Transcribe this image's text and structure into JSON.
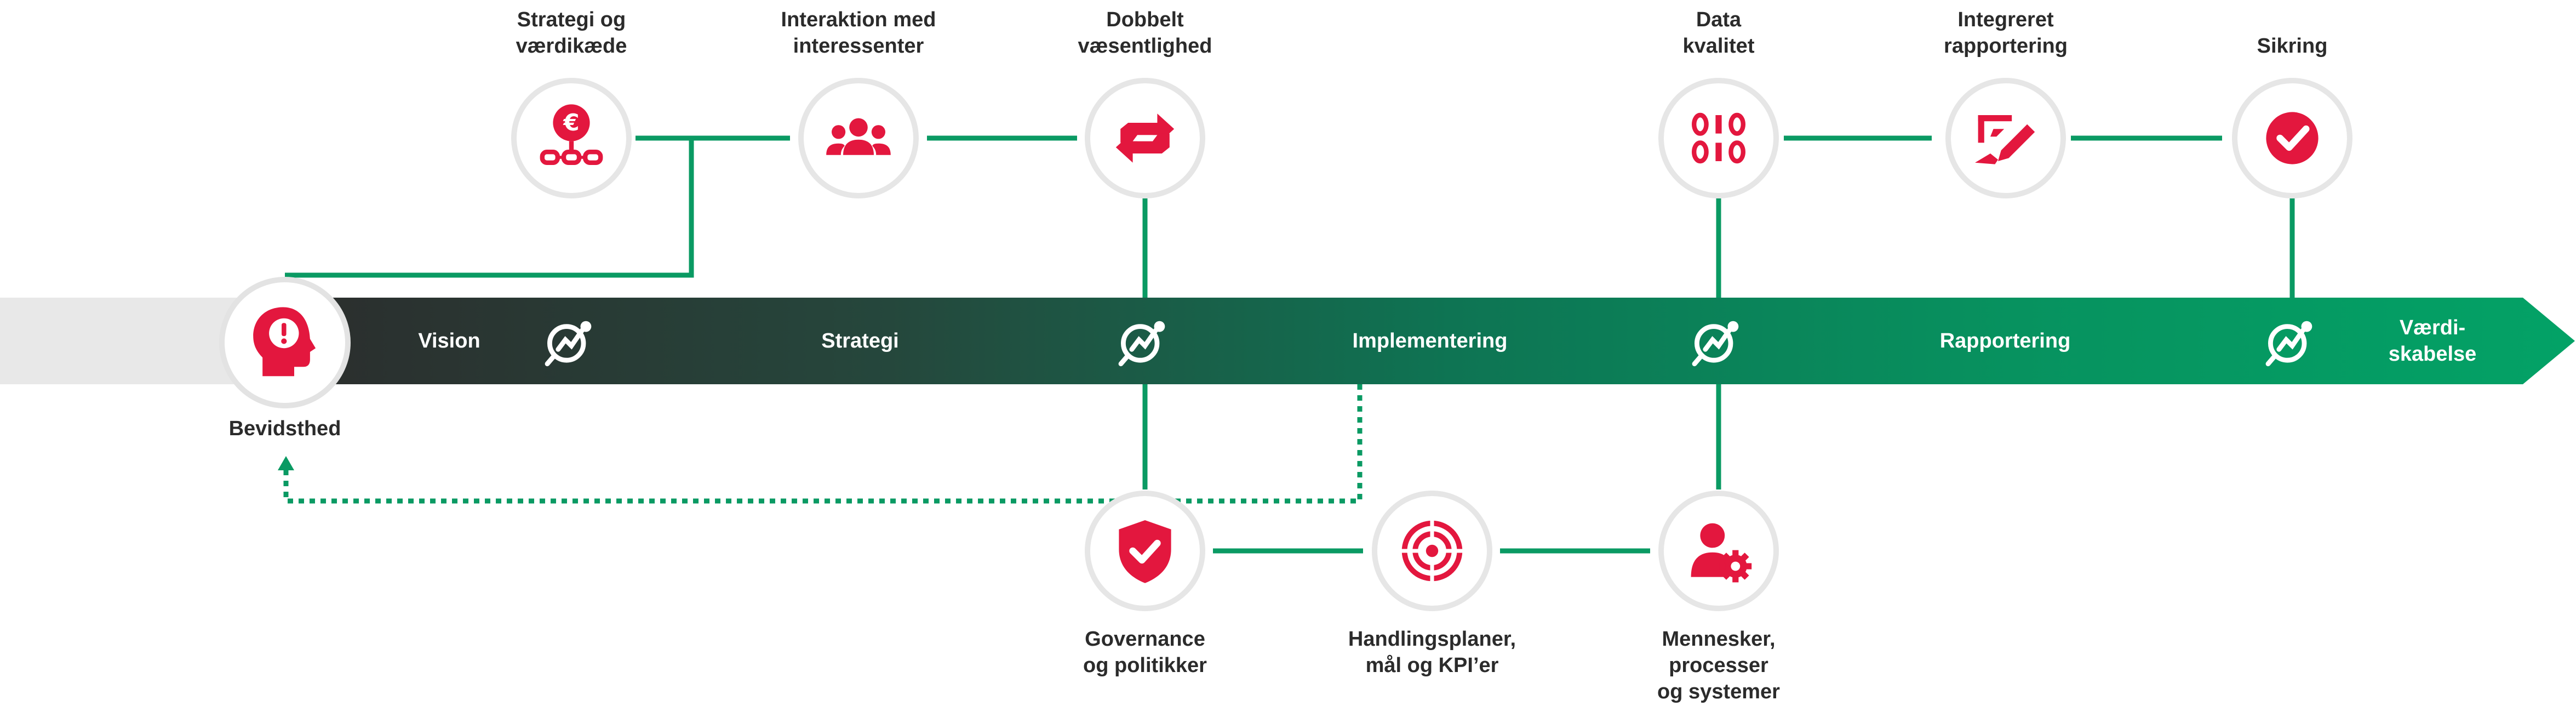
{
  "colors": {
    "accent": "#e3173e",
    "green": "#0a9a63",
    "dark": "#2f3a36",
    "ring": "#e6e6e6",
    "bar_grey": "#e8e8e8"
  },
  "start": {
    "label": "Bevidsthed",
    "icon": "head-exclamation-icon"
  },
  "arrow": {
    "stages": [
      "Vision",
      "Strategi",
      "Implementering",
      "Rapportering",
      "Værdi-\nskabelse"
    ]
  },
  "top_nodes": [
    {
      "label": "Strategi og\nværdikæde",
      "icon": "euro-chain-icon"
    },
    {
      "label": "Interaktion med\ninteressenter",
      "icon": "people-group-icon"
    },
    {
      "label": "Dobbelt\nvæsentlighed",
      "icon": "swap-arrows-icon"
    },
    {
      "label": "Data\nkvalitet",
      "icon": "binary-data-icon"
    },
    {
      "label": "Integreret\nrapportering",
      "icon": "pen-writing-icon"
    },
    {
      "label": "Sikring",
      "icon": "check-circle-icon"
    }
  ],
  "bottom_nodes": [
    {
      "label": "Governance\nog politikker",
      "icon": "shield-check-icon"
    },
    {
      "label": "Handlingsplaner,\nmål og KPI’er",
      "icon": "target-icon"
    },
    {
      "label": "Mennesker,\nprocesser\nog systemer",
      "icon": "person-gear-icon"
    }
  ],
  "axis_icons": [
    "analytics-magnifier-icon",
    "analytics-magnifier-icon",
    "analytics-magnifier-icon",
    "analytics-magnifier-icon"
  ]
}
